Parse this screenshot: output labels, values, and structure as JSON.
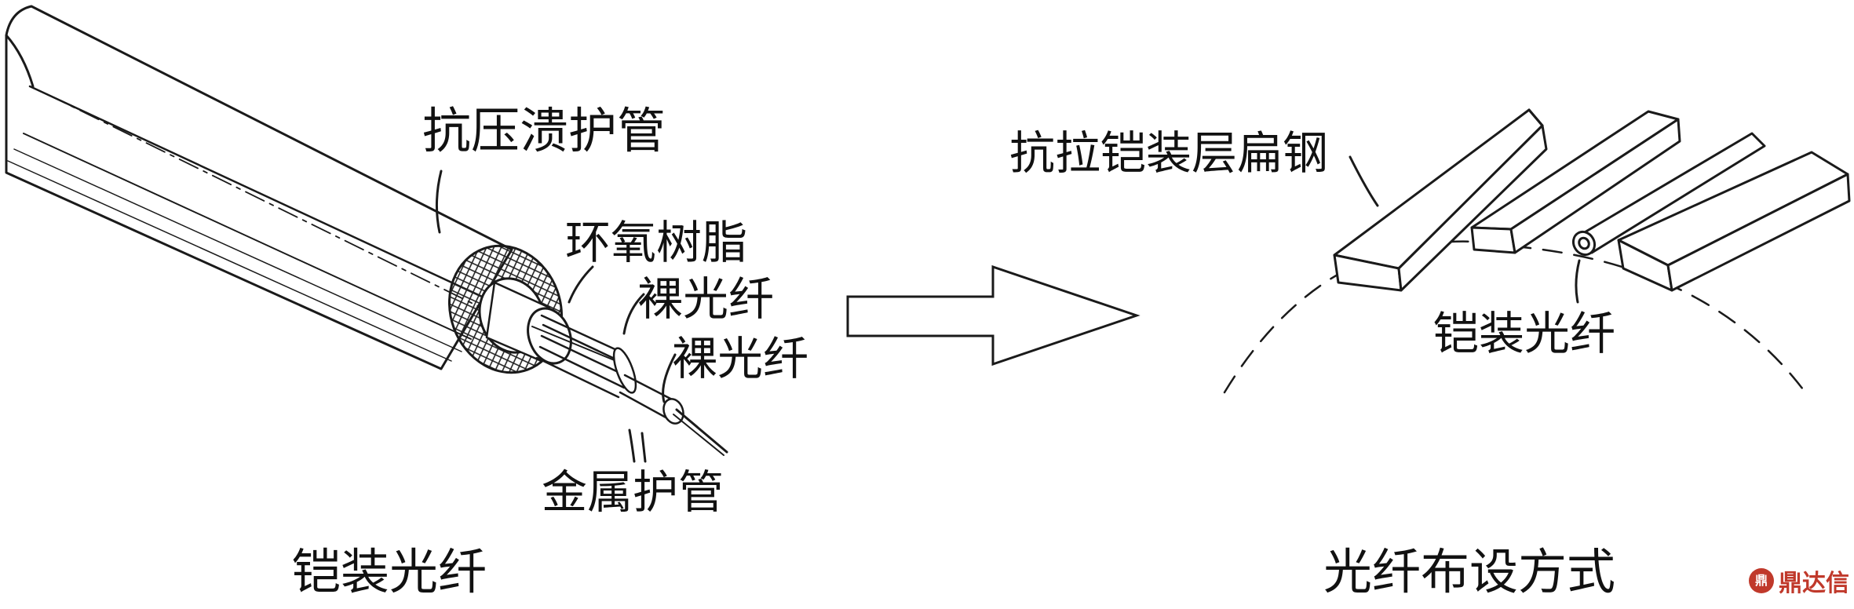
{
  "left_figure": {
    "caption": "铠装光纤",
    "labels": {
      "crush_tube": "抗压溃护管",
      "epoxy": "环氧树脂",
      "bare_fiber_1": "裸光纤",
      "bare_fiber_2": "裸光纤",
      "metal_tube": "金属护管"
    }
  },
  "right_figure": {
    "caption": "光纤布设方式",
    "labels": {
      "armor_steel": "抗拉铠装层扁钢",
      "armored_fiber": "铠装光纤"
    }
  },
  "watermark": {
    "text": "鼎达信",
    "seal": "鼎"
  },
  "colors": {
    "line": "#1a1a1a",
    "background": "#ffffff",
    "watermark": "#c0392b"
  }
}
